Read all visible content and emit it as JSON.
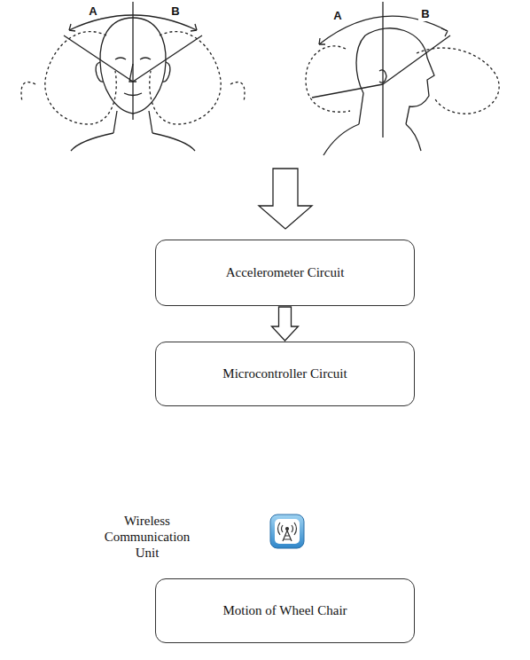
{
  "diagram": {
    "nodes": [
      {
        "text": [
          "Accelerometer Circuit"
        ]
      },
      {
        "text": [
          "Microcontroller Circuit"
        ]
      },
      {
        "text": [
          "Motion of Wheel Chair"
        ]
      }
    ],
    "edges": [
      {
        "from": 0,
        "to": 1,
        "arrow": "to"
      }
    ],
    "labels": [
      "A",
      "B",
      "A",
      "B",
      "Wireless Communication Unit"
    ]
  }
}
